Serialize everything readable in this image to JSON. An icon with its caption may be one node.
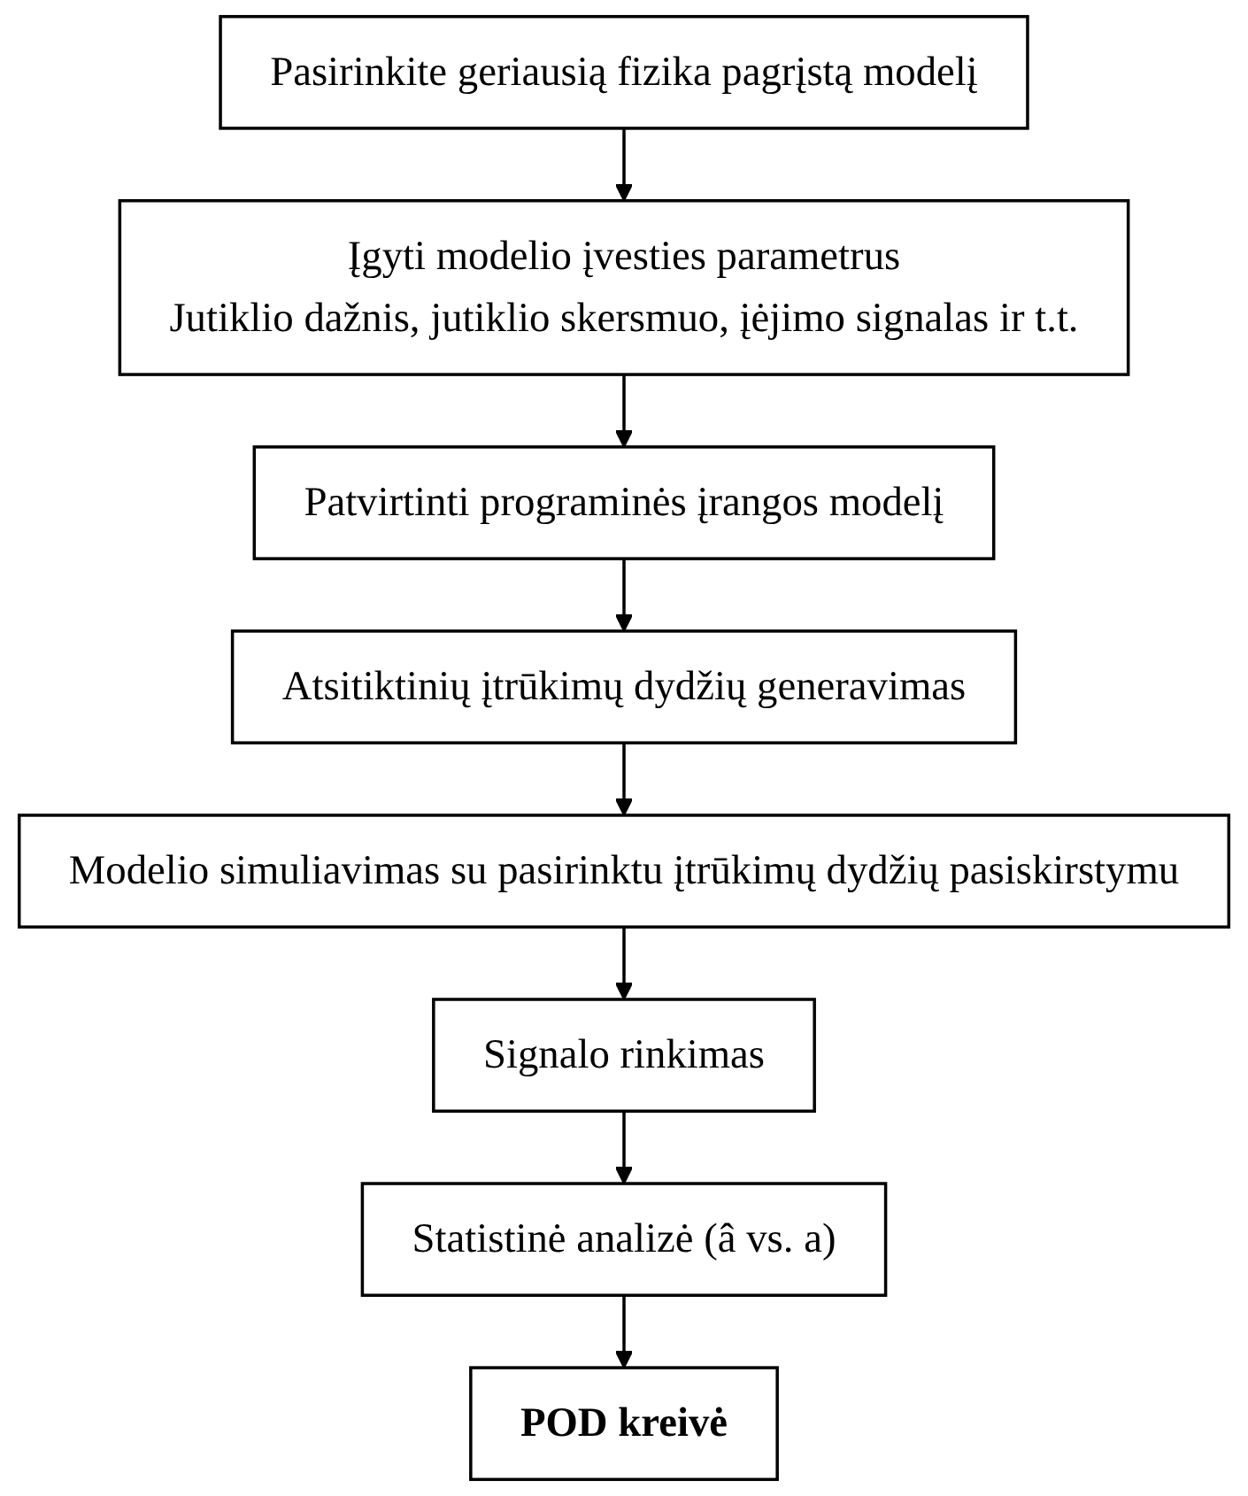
{
  "diagram": {
    "nodes": [
      {
        "text": [
          "Pasirinkite geriausią fizika pagrįstą modelį"
        ]
      },
      {
        "text": [
          "Įgyti modelio įvesties parametrus",
          "Jutiklio dažnis, jutiklio skersmuo, įėjimo signalas ir t.t."
        ]
      },
      {
        "text": [
          "Patvirtinti programinės įrangos modelį"
        ]
      },
      {
        "text": [
          "Atsitiktinių įtrūkimų dydžių generavimas"
        ]
      },
      {
        "text": [
          "Modelio simuliavimas su pasirinktu įtrūkimų dydžių pasiskirstymu"
        ]
      },
      {
        "text": [
          "Signalo rinkimas"
        ]
      },
      {
        "text": [
          "Statistinė analizė (â vs. a)"
        ]
      },
      {
        "text": [
          "POD kreivė"
        ]
      }
    ],
    "edges": [
      {
        "from": 0,
        "to": 1,
        "arrow": "to"
      },
      {
        "from": 1,
        "to": 2,
        "arrow": "to"
      },
      {
        "from": 2,
        "to": 3,
        "arrow": "to"
      },
      {
        "from": 3,
        "to": 4,
        "arrow": "to"
      },
      {
        "from": 4,
        "to": 5,
        "arrow": "to"
      },
      {
        "from": 5,
        "to": 6,
        "arrow": "to"
      },
      {
        "from": 6,
        "to": 7,
        "arrow": "to"
      }
    ]
  }
}
